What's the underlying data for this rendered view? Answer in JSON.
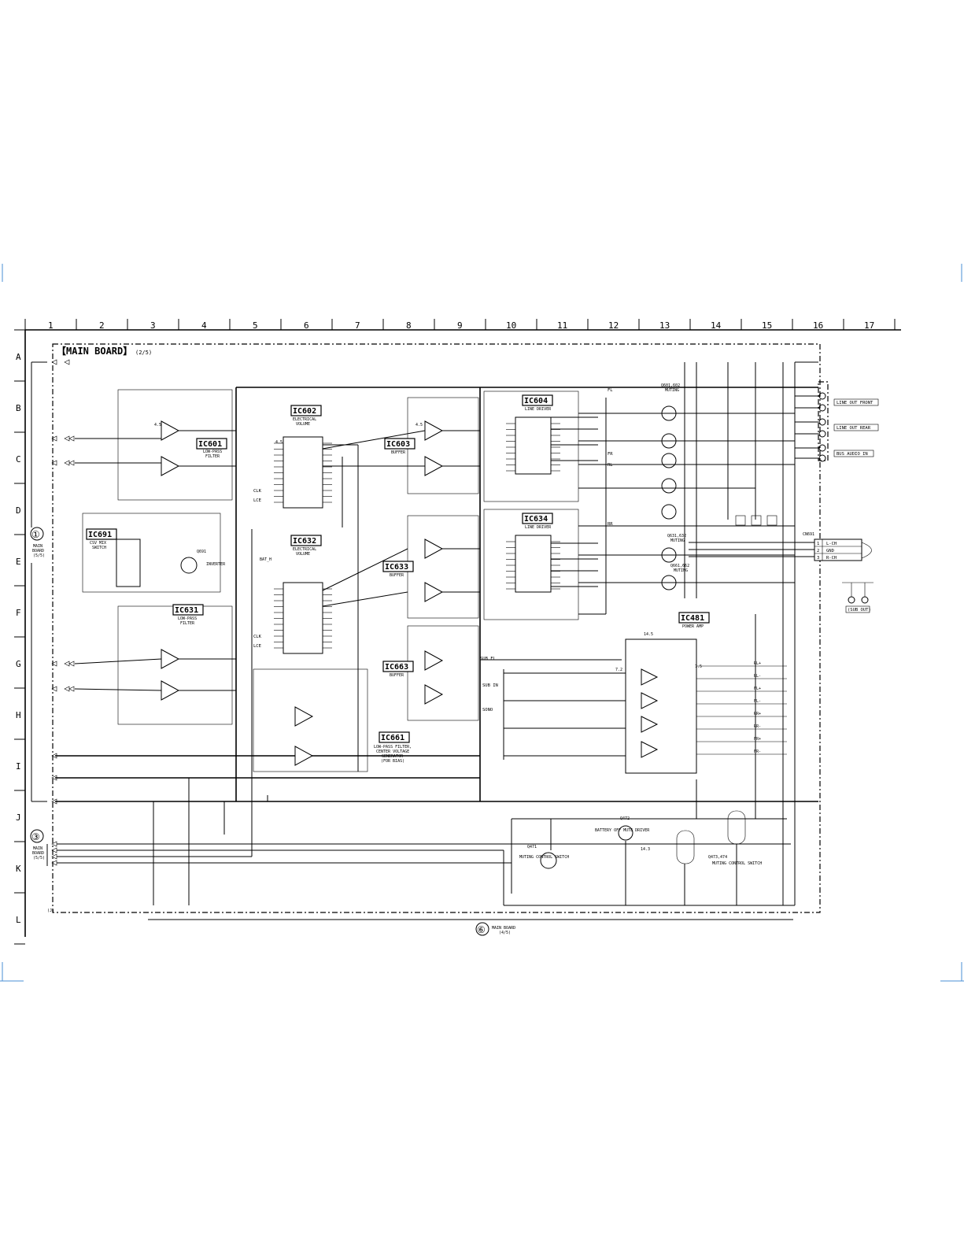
{
  "grid": {
    "columns": [
      "1",
      "2",
      "3",
      "4",
      "5",
      "6",
      "7",
      "8",
      "9",
      "10",
      "11",
      "12",
      "13",
      "14",
      "15",
      "16",
      "17"
    ],
    "rows": [
      "A",
      "B",
      "C",
      "D",
      "E",
      "F",
      "G",
      "H",
      "I",
      "J",
      "K",
      "L"
    ]
  },
  "board": {
    "title": "【MAIN BOARD】",
    "subtitle": "(2/5)"
  },
  "left_connectors": [
    {
      "num": "①",
      "name": "MAIN",
      "sub1": "BOARD",
      "sub2": "(5/5)"
    },
    {
      "num": "③",
      "name": "MAIN",
      "sub1": "BOARD",
      "sub2": "(5/5)"
    }
  ],
  "bottom_connector": {
    "num": "⑥",
    "name": "MAIN BOARD",
    "sub": "(4/5)"
  },
  "ics": [
    {
      "id": "IC601",
      "desc1": "LOW-PASS",
      "desc2": "FILTER"
    },
    {
      "id": "IC602",
      "desc1": "ELECTRICAL",
      "desc2": "VOLUME"
    },
    {
      "id": "IC603",
      "desc1": "BUFFER",
      "desc2": ""
    },
    {
      "id": "IC604",
      "desc1": "LINE DRIVER",
      "desc2": ""
    },
    {
      "id": "IC691",
      "desc1": "CSV MIX",
      "desc2": "SWITCH"
    },
    {
      "id": "IC632",
      "desc1": "ELECTRICAL",
      "desc2": "VOLUME"
    },
    {
      "id": "IC633",
      "desc1": "BUFFER",
      "desc2": ""
    },
    {
      "id": "IC634",
      "desc1": "LINE DRIVER",
      "desc2": ""
    },
    {
      "id": "IC631",
      "desc1": "LOW-PASS",
      "desc2": "FILTER"
    },
    {
      "id": "IC663",
      "desc1": "BUFFER",
      "desc2": ""
    },
    {
      "id": "IC661",
      "desc1": "LOW-PASS FILTER,",
      "desc2": "CENTER VOLTAGE"
    },
    {
      "id": "IC481",
      "desc1": "POWER AMP",
      "desc2": ""
    }
  ],
  "ic661_extra": {
    "line3": "GENERATOR",
    "line4": "(FOR BIAS)"
  },
  "transistors": [
    {
      "id": "Q601,602",
      "desc": "MUTING"
    },
    {
      "id": "Q631,632",
      "desc": "MUTING"
    },
    {
      "id": "Q661,662",
      "desc": "MUTING"
    },
    {
      "id": "Q691",
      "desc": "INVERTER"
    },
    {
      "id": "Q471",
      "desc": "MUTING CONTROL SWITCH"
    },
    {
      "id": "Q472",
      "desc": "BATTERY OFF MUTE DRIVER"
    },
    {
      "id": "Q473,474",
      "desc": "MUTING CONTROL SWITCH"
    }
  ],
  "right_outputs": [
    {
      "label": "LINE OUT FRONT"
    },
    {
      "label": "LINE OUT REAR"
    },
    {
      "label": "BUS AUDIO IN"
    }
  ],
  "right_connector": {
    "id": "CN691",
    "pins": [
      {
        "pin": "1",
        "name": "L-CH"
      },
      {
        "pin": "2",
        "name": "GND"
      },
      {
        "pin": "3",
        "name": "R-CH"
      }
    ],
    "sub": "(SUB OUT)"
  },
  "signals": [
    "FL",
    "RL",
    "FR",
    "RR",
    "SUB FL",
    "SUB IN",
    "SONO",
    "BAT_H",
    "CLK",
    "LCE"
  ],
  "speaker_outputs": [
    "RL+",
    "RL-",
    "FL+",
    "FL-",
    "RR+",
    "RR-",
    "FR+",
    "FR-"
  ],
  "volts": [
    "4.5",
    "4.5",
    "4.5",
    "7.5",
    "7.2",
    "14.5",
    "14.3"
  ],
  "page_marks": {
    "bottom_left": "(J)"
  }
}
